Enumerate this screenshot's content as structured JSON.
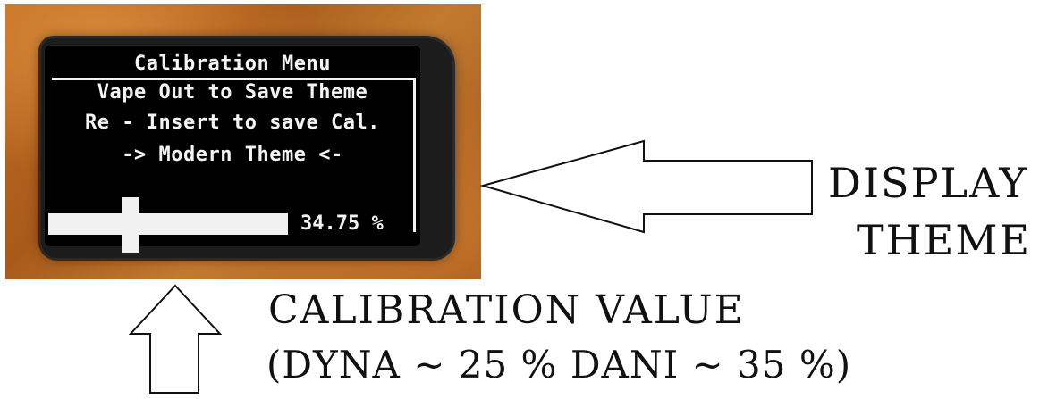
{
  "oled": {
    "title": "Calibration Menu",
    "line1": "Vape Out to Save Theme",
    "line2": "Re - Insert to save Cal.",
    "theme_line": "->  Modern Theme  <-",
    "calibration_value": "34.75 %",
    "calibration_level_percent": 34.75
  },
  "annotations": {
    "display_theme_line1": "DISPLAY",
    "display_theme_line2": "THEME",
    "calibration_value_label": "CALIBRATION VALUE",
    "calibration_range": "(DYNA ~ 25 % DANI ~ 35 %)"
  },
  "colors": {
    "oled_text": "#f4f4f4",
    "oled_background": "#000000",
    "wood": "#b8691f",
    "ink": "#111111"
  }
}
